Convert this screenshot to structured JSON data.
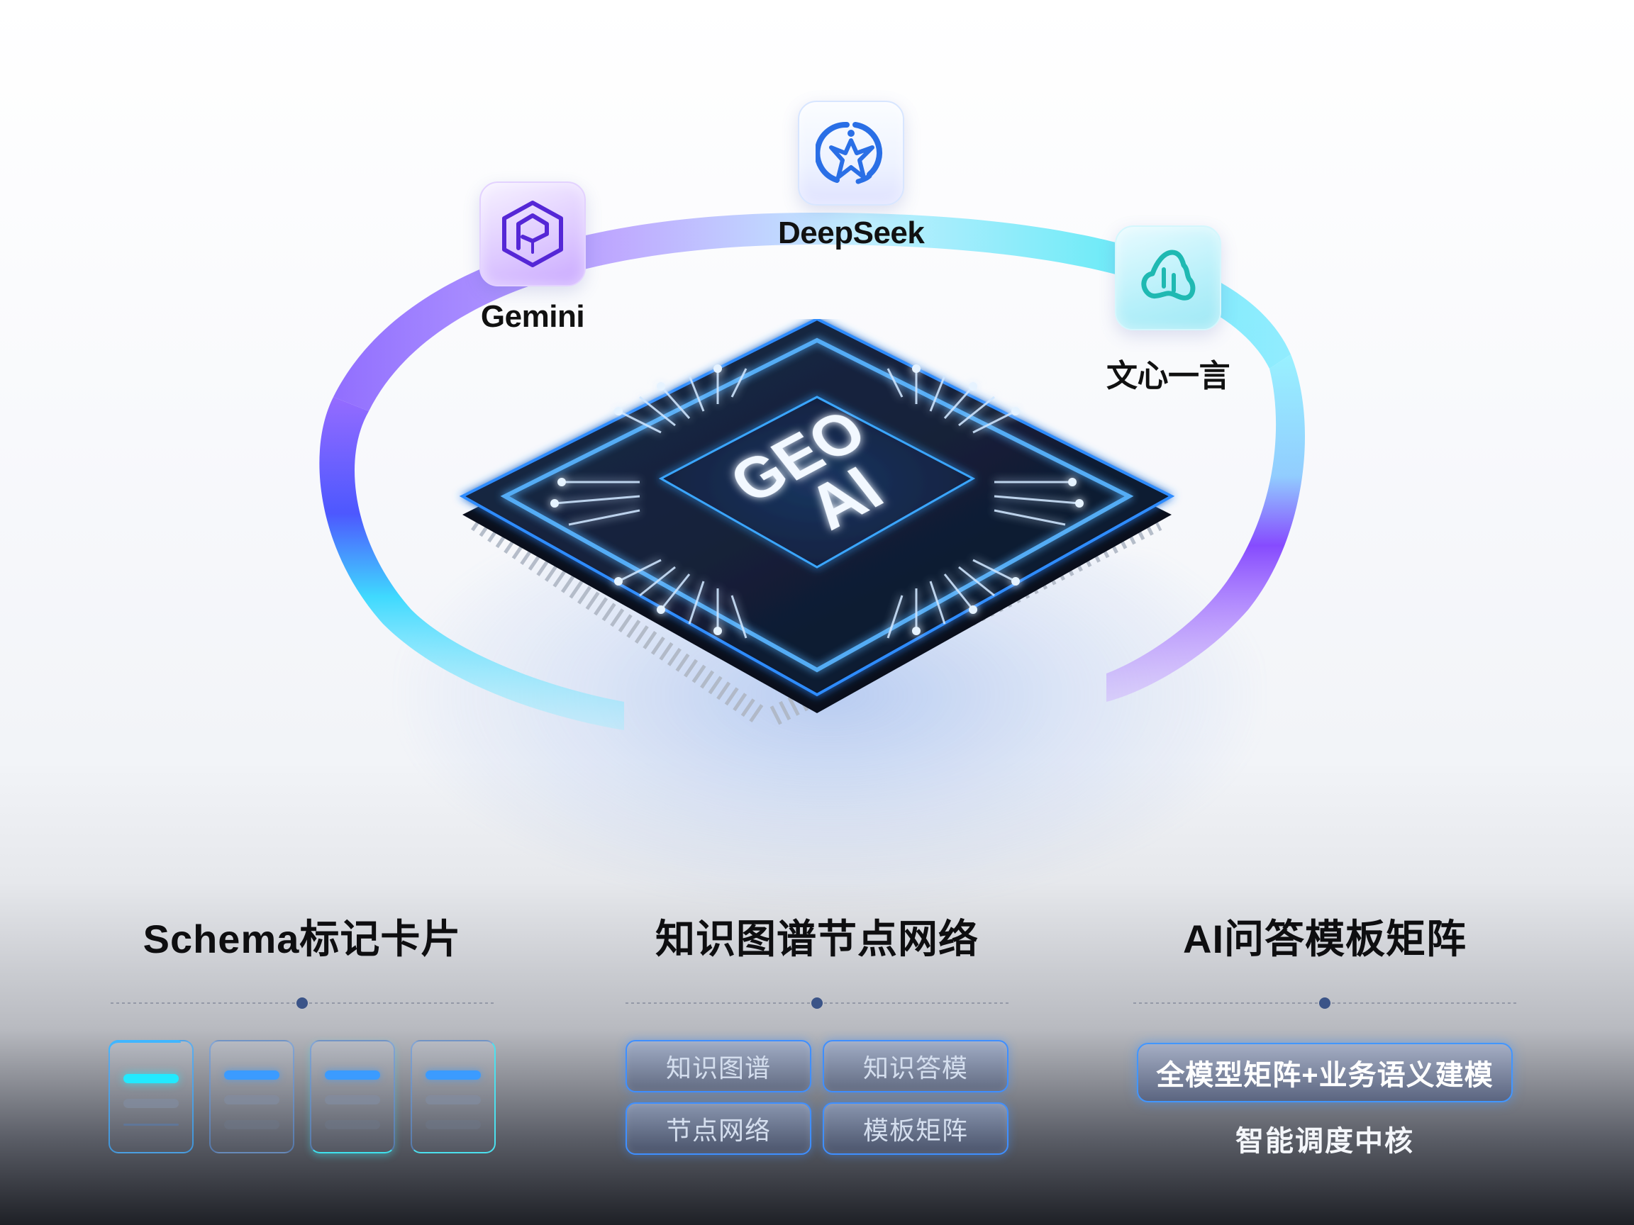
{
  "hero": {
    "chip": {
      "line1": "GEO",
      "line2": "AI",
      "colors": {
        "body": "#0f1a2e",
        "glow": "#2f8cff",
        "trace": "#cfe6ff",
        "core": "#16294a"
      }
    },
    "ribbon": {
      "colors": {
        "blue": "#3a4cff",
        "cyan": "#21e6f5",
        "purple": "#8a3cff",
        "lightCyan": "#9cf1ff"
      }
    },
    "models": [
      {
        "id": "gemini",
        "label": "Gemini",
        "icon": "hexagon-cube-icon",
        "color": "#5a2ad8"
      },
      {
        "id": "deepseek",
        "label": "DeepSeek",
        "icon": "star-circle-icon",
        "color": "#2a6fe6"
      },
      {
        "id": "wenxin",
        "label": "文心一言",
        "icon": "cloud-bars-icon",
        "color": "#1ab8b0"
      }
    ]
  },
  "sections": [
    {
      "title": "Schema标记卡片",
      "cards": [
        {
          "accent": "cyan"
        },
        {
          "accent": "blue"
        },
        {
          "accent": "blue"
        },
        {
          "accent": "blue"
        }
      ]
    },
    {
      "title": "知识图谱节点网络",
      "tags": [
        "知识图谱",
        "知识答模",
        "节点网络",
        "模板矩阵"
      ]
    },
    {
      "title": "AI问答模板矩阵",
      "highlight": "全模型矩阵+业务语义建模",
      "subtitle": "智能调度中核"
    }
  ]
}
